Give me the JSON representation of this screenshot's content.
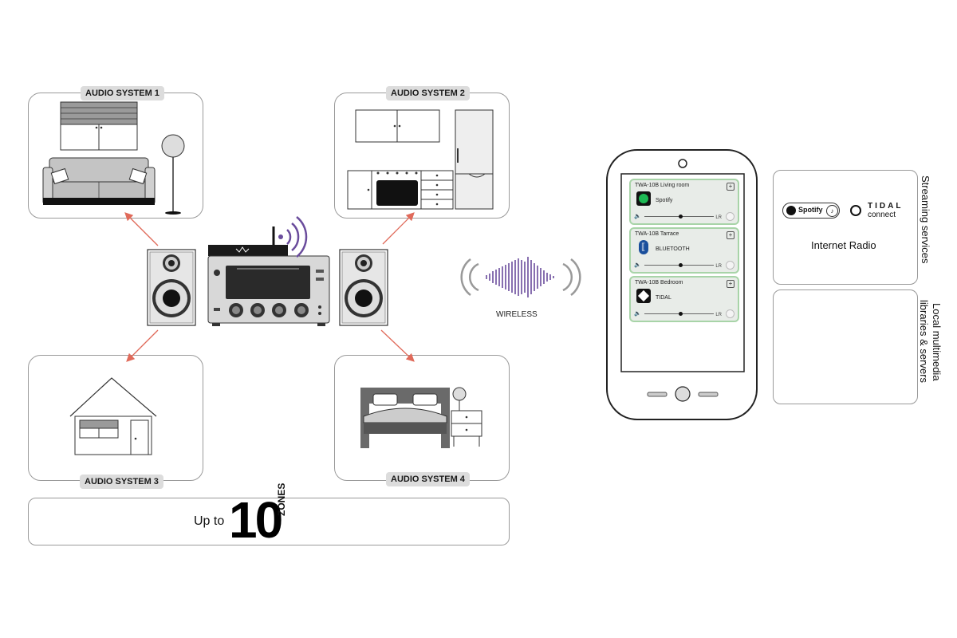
{
  "zones": {
    "system1": "AUDIO SYSTEM 1",
    "system2": "AUDIO SYSTEM 2",
    "system3": "AUDIO SYSTEM 3",
    "system4": "AUDIO SYSTEM 4"
  },
  "wireless_label": "WIRELESS",
  "zones_banner": {
    "prefix": "Up to",
    "number": "10",
    "suffix": "ZONES"
  },
  "app": {
    "cards": [
      {
        "title": "TWA-10B Living room",
        "service": "Spotify",
        "icon": "spotify-icon",
        "level": 0.52,
        "lr": "LR"
      },
      {
        "title": "TWA-10B Tarrace",
        "service": "BLUETOOTH",
        "icon": "bluetooth-icon",
        "level": 0.52,
        "lr": "LR"
      },
      {
        "title": "TWA-10B Bedroom",
        "service": "TIDAL",
        "icon": "tidal-icon",
        "level": 0.52,
        "lr": "LR"
      }
    ]
  },
  "services": {
    "spotify": "Spotify",
    "tidal_line1": "TIDAL",
    "tidal_line2": "connect",
    "internet_radio": "Internet Radio",
    "streaming_label": "Streaming services",
    "local_label_line1": "Local multimedia",
    "local_label_line2": "libraries & servers"
  },
  "colors": {
    "accent_purple": "#6a4c9c",
    "arrow_red": "#e06a5a",
    "card_green": "#a8d4a8",
    "spotify_green": "#1db954"
  }
}
